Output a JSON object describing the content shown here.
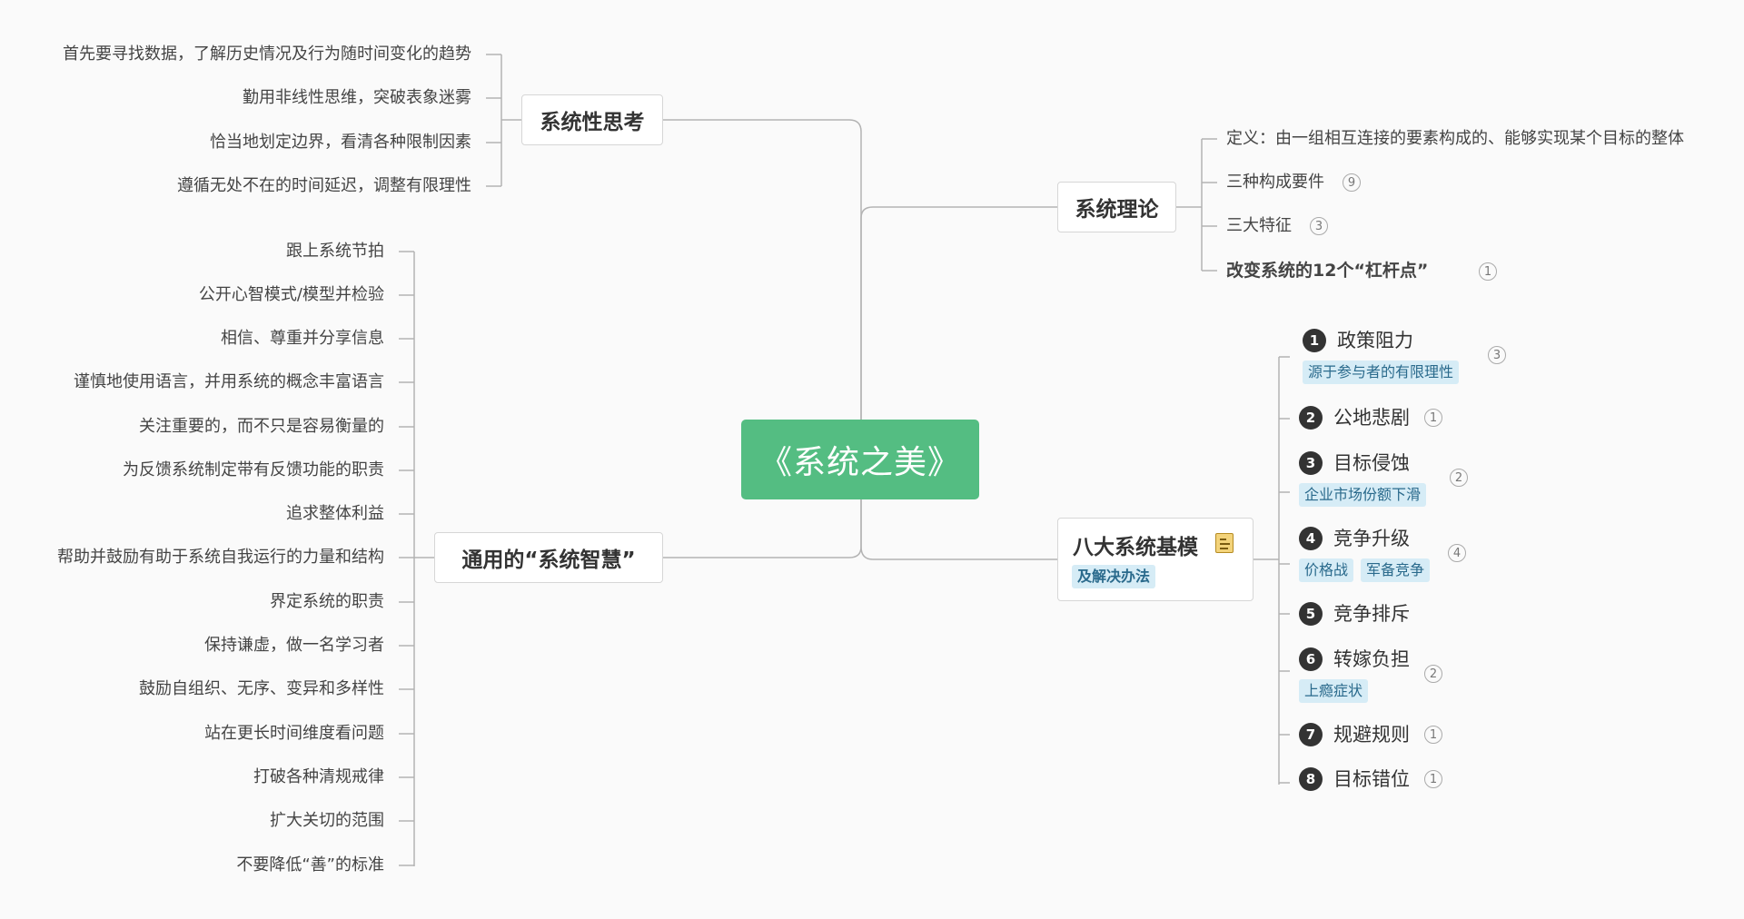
{
  "center": {
    "title": "《系统之美》"
  },
  "branches": {
    "systems_thinking": {
      "label": "系统性思考",
      "items": [
        "首先要寻找数据，了解历史情况及行为随时间变化的趋势",
        "勤用非线性思维，突破表象迷雾",
        "恰当地划定边界，看清各种限制因素",
        "遵循无处不在的时间延迟，调整有限理性"
      ]
    },
    "system_wisdom": {
      "label": "通用的“系统智慧”",
      "items": [
        "跟上系统节拍",
        "公开心智模式/模型并检验",
        "相信、尊重并分享信息",
        "谨慎地使用语言，并用系统的概念丰富语言",
        "关注重要的，而不只是容易衡量的",
        "为反馈系统制定带有反馈功能的职责",
        "追求整体利益",
        "帮助并鼓励有助于系统自我运行的力量和结构",
        "界定系统的职责",
        "保持谦虚，做一名学习者",
        "鼓励自组织、无序、变异和多样性",
        "站在更长时间维度看问题",
        "打破各种清规戒律",
        "扩大关切的范围",
        "不要降低“善”的标准"
      ]
    },
    "system_theory": {
      "label": "系统理论",
      "items": [
        {
          "text": "定义：由一组相互连接的要素构成的、能够实现某个目标的整体",
          "count": ""
        },
        {
          "text": "三种构成要件",
          "count": "9"
        },
        {
          "text": "三大特征",
          "count": "3"
        },
        {
          "text": "改变系统的12个“杠杆点”",
          "count": "1"
        }
      ]
    },
    "archetypes": {
      "label": "八大系统基模",
      "tag": "及解决办法",
      "icon": "note-icon",
      "items": [
        {
          "num": "1",
          "text": "政策阻力",
          "count": "3",
          "tags": [
            "源于参与者的有限理性"
          ]
        },
        {
          "num": "2",
          "text": "公地悲剧",
          "count": "1",
          "tags": []
        },
        {
          "num": "3",
          "text": "目标侵蚀",
          "count": "2",
          "tags": [
            "企业市场份额下滑"
          ]
        },
        {
          "num": "4",
          "text": "竞争升级",
          "count": "4",
          "tags": [
            "价格战",
            "军备竞争"
          ]
        },
        {
          "num": "5",
          "text": "竞争排斥",
          "count": "",
          "tags": []
        },
        {
          "num": "6",
          "text": "转嫁负担",
          "count": "2",
          "tags": [
            "上瘾症状"
          ]
        },
        {
          "num": "7",
          "text": "规避规则",
          "count": "1",
          "tags": []
        },
        {
          "num": "8",
          "text": "目标错位",
          "count": "1",
          "tags": []
        }
      ]
    }
  },
  "colors": {
    "center_bg": "#54bd82",
    "line": "#b3b3b3",
    "tag_bg": "#d6ecf6",
    "tag_text": "#2a6a8c",
    "number_bg": "#333333"
  }
}
